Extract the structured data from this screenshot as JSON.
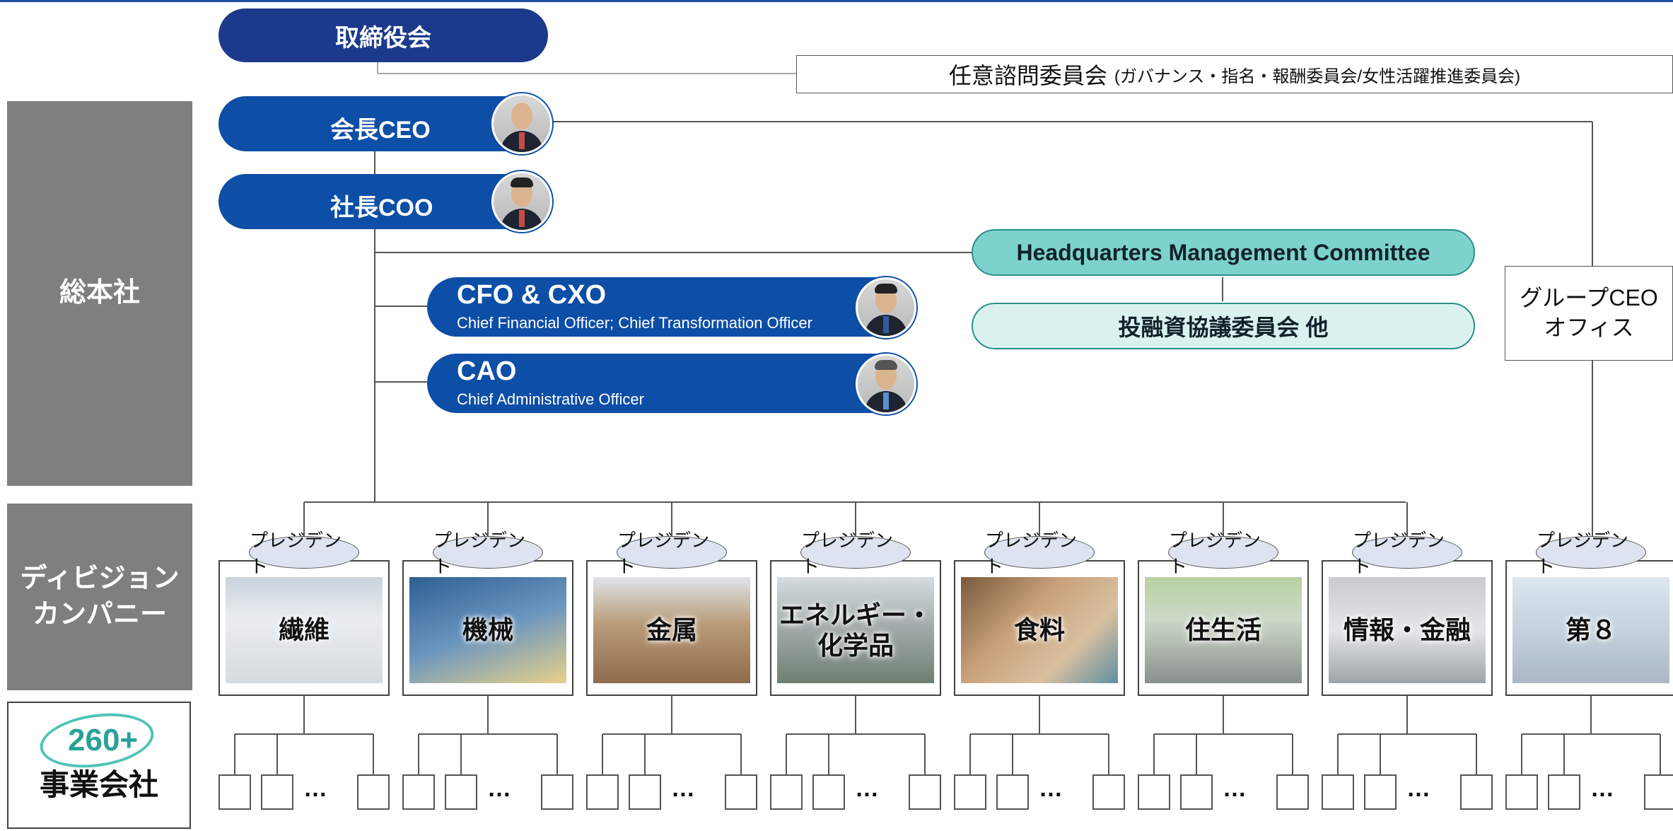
{
  "side_labels": {
    "headquarters": "総本社",
    "division_line1": "ディビジョン",
    "division_line2": "カンパニー",
    "biz_count": "260+",
    "biz_label": "事業会社"
  },
  "board": {
    "label": "取締役会"
  },
  "advisory": {
    "main": "任意諮問委員会",
    "sub": "(ガバナンス・指名・報酬委員会/女性活躍推進委員会)"
  },
  "chairman": {
    "label": "会長CEO"
  },
  "president": {
    "label": "社長COO"
  },
  "cfo": {
    "title": "CFO & CXO",
    "subtitle": "Chief Financial Officer; Chief Transformation Officer"
  },
  "cao": {
    "title": "CAO",
    "subtitle": "Chief Administrative Officer"
  },
  "hq_committee": {
    "label": "Headquarters Management Committee"
  },
  "investment_committee": {
    "label": "投融資協議委員会 他"
  },
  "group_ceo_office": {
    "line1": "グループCEO",
    "line2": "オフィス"
  },
  "president_tag": "プレジデント",
  "ellipsis": "…",
  "divisions": [
    {
      "line1": "繊維",
      "line2": ""
    },
    {
      "line1": "機械",
      "line2": ""
    },
    {
      "line1": "金属",
      "line2": ""
    },
    {
      "line1": "エネルギー・",
      "line2": "化学品"
    },
    {
      "line1": "食料",
      "line2": ""
    },
    {
      "line1": "住生活",
      "line2": ""
    },
    {
      "line1": "情報・金融",
      "line2": ""
    },
    {
      "line1": "第８",
      "line2": ""
    }
  ],
  "colors": {
    "board": "#1b3a8c",
    "executive": "#0d4ea6",
    "hq_committee": "#7dd3cc",
    "investment_committee": "#d9f2f0",
    "side_panel": "#7f7f7f",
    "president_tag": "#dde3ef"
  }
}
